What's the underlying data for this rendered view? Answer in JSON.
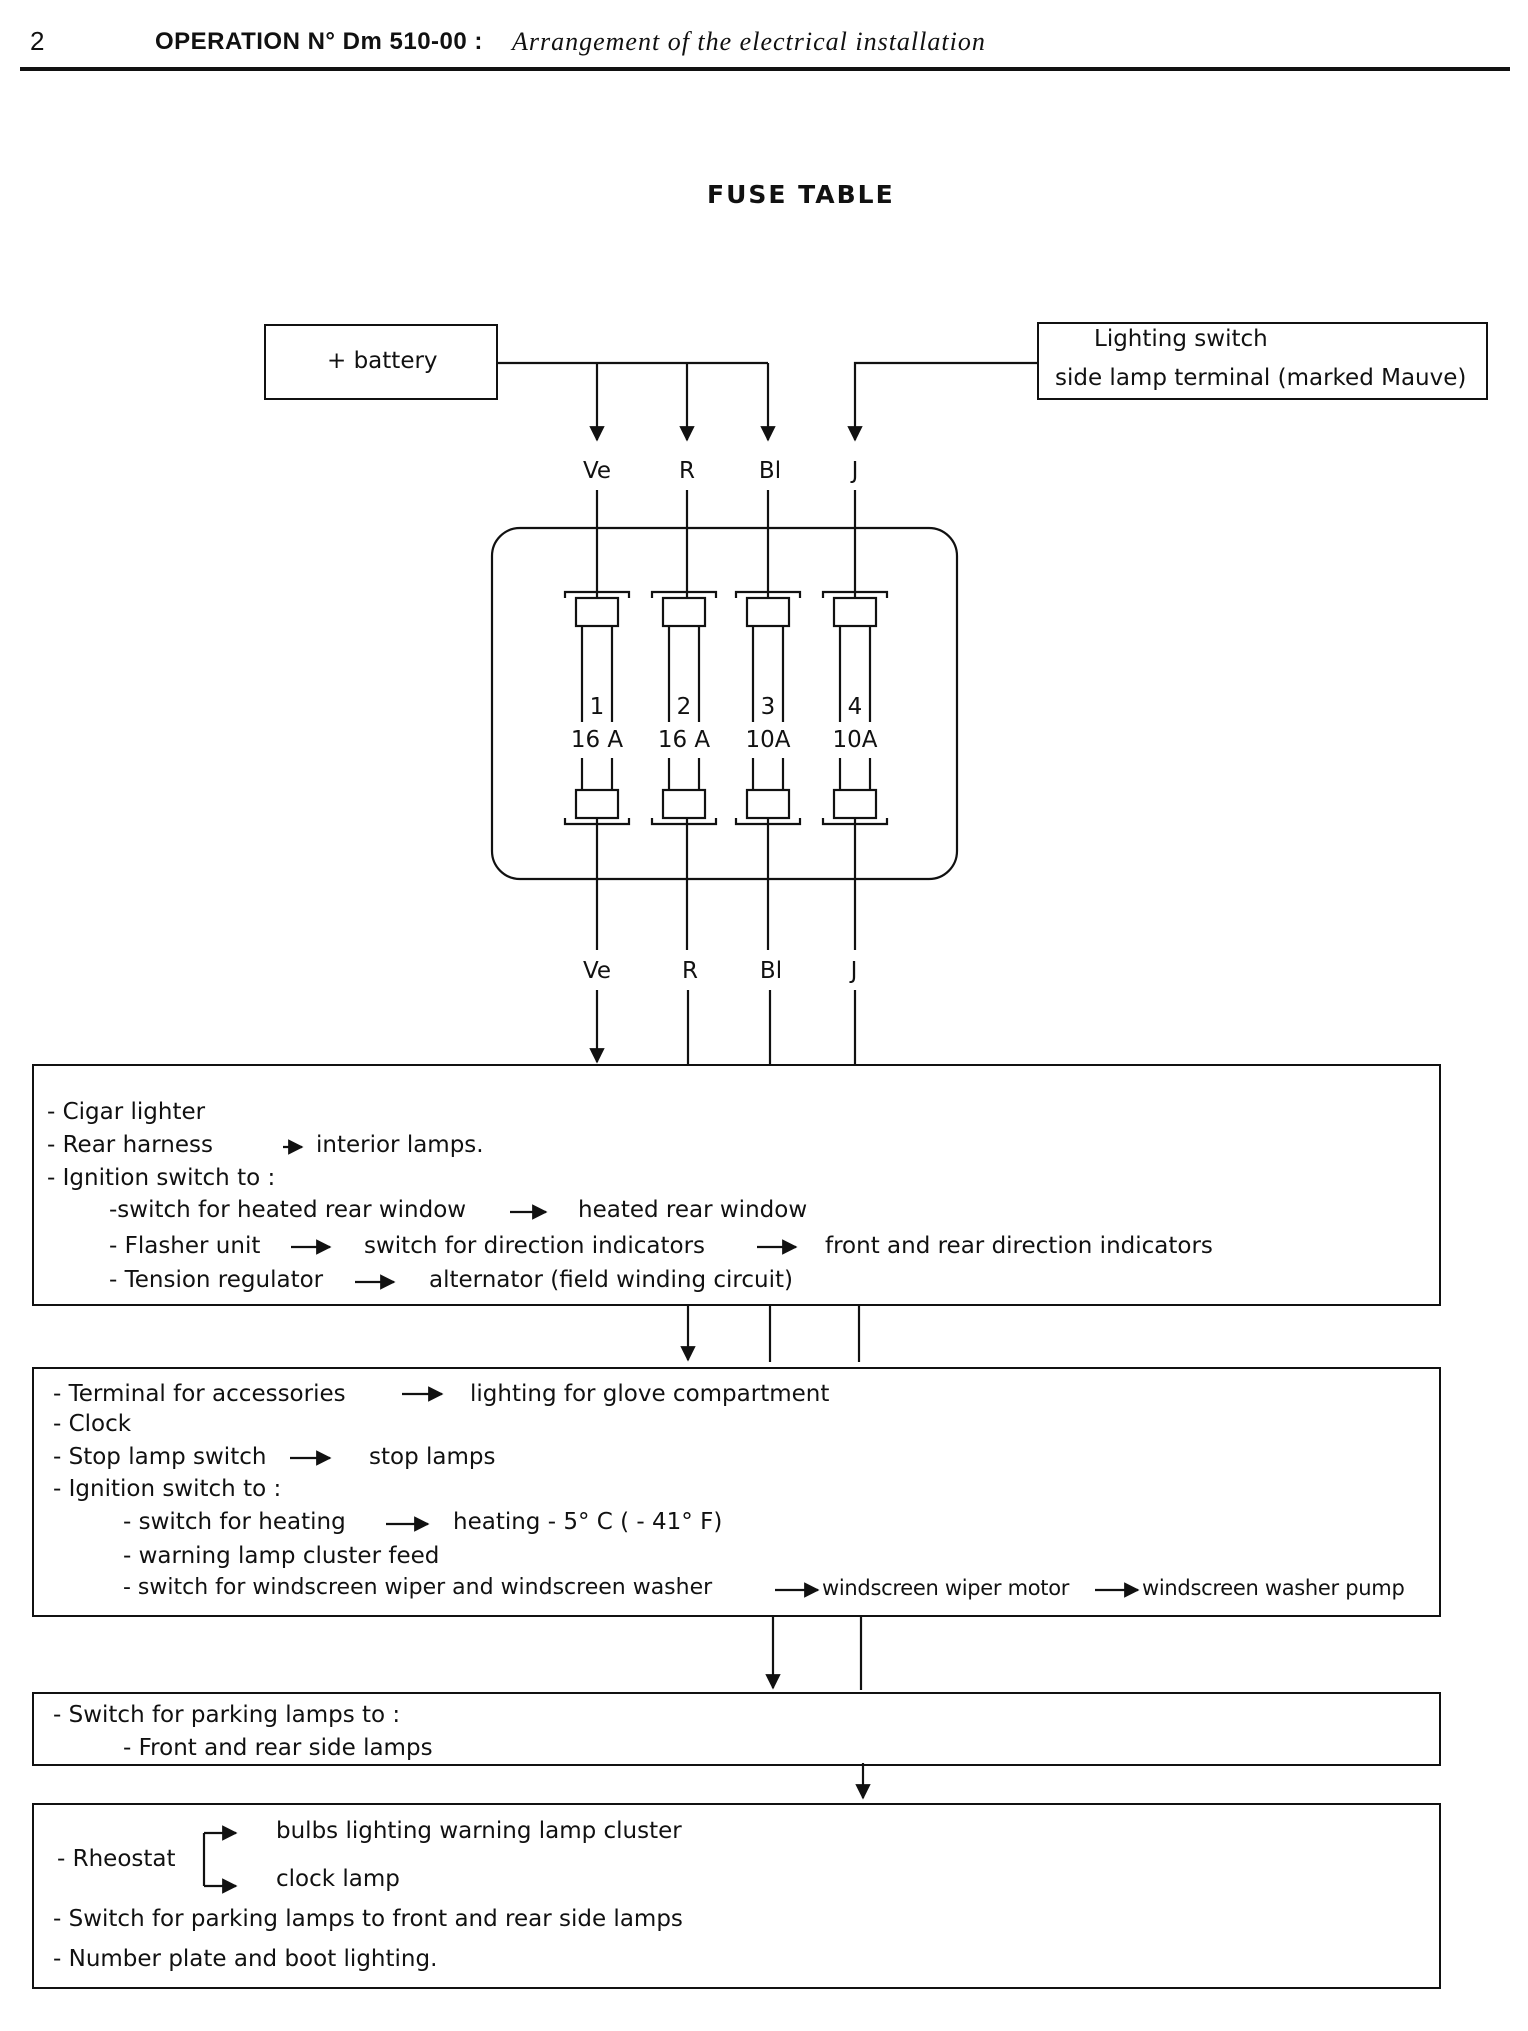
{
  "header": {
    "page_number": "2",
    "operation": "OPERATION N° Dm 510-00 :",
    "subtitle": "Arrangement of the electrical installation"
  },
  "title": "FUSE TABLE",
  "sources": {
    "battery": "+ battery",
    "lighting_line1": "Lighting switch",
    "lighting_line2": "side lamp terminal (marked Mauve)"
  },
  "wires_top": [
    "Ve",
    "R",
    "Bl",
    "J"
  ],
  "wires_bottom": [
    "Ve",
    "R",
    "Bl",
    "J"
  ],
  "fuses": [
    {
      "number": "1",
      "rating": "16 A"
    },
    {
      "number": "2",
      "rating": "16 A"
    },
    {
      "number": "3",
      "rating": "10A"
    },
    {
      "number": "4",
      "rating": "10A"
    }
  ],
  "block1": {
    "l1": "- Cigar lighter",
    "l2a": "- Rear harness",
    "l2b": "interior lamps.",
    "l3": "- Ignition switch to :",
    "l4a": "-switch for heated rear window",
    "l4b": "heated rear window",
    "l5a": "- Flasher unit",
    "l5b": "switch for direction indicators",
    "l5c": "front and rear direction indicators",
    "l6a": "- Tension regulator",
    "l6b": "alternator (field winding circuit)"
  },
  "block2": {
    "l1a": "- Terminal for accessories",
    "l1b": "lighting for glove compartment",
    "l2": "- Clock",
    "l3a": "- Stop lamp switch",
    "l3b": "stop lamps",
    "l4": "- Ignition switch to :",
    "l5a": "- switch for heating",
    "l5b": "heating - 5° C ( - 41° F)",
    "l6": "- warning lamp cluster feed",
    "l7a": "- switch for windscreen wiper and windscreen washer",
    "l7b": "windscreen wiper motor",
    "l7c": "windscreen washer pump"
  },
  "block3": {
    "l1": "- Switch for parking lamps to :",
    "l2": "- Front and rear side lamps"
  },
  "block4": {
    "rheostat": "- Rheostat",
    "r1": "bulbs lighting warning lamp cluster",
    "r2": "clock lamp",
    "l3": "- Switch for parking lamps to front and rear side lamps",
    "l4": "- Number plate and boot lighting."
  }
}
